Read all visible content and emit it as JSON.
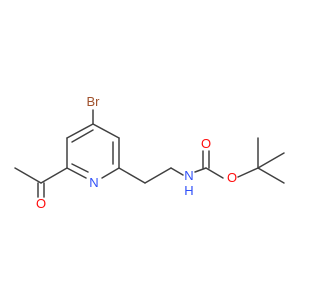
{
  "molecule": {
    "atoms": [
      {
        "id": "Br",
        "label": "Br",
        "color": "#a0522d"
      },
      {
        "id": "N_ring",
        "label": "N",
        "color": "#3050f8"
      },
      {
        "id": "O_acetyl",
        "label": "O",
        "color": "#ff0d0d"
      },
      {
        "id": "N_amide",
        "label": "N",
        "color": "#3050f8"
      },
      {
        "id": "H_amide",
        "label": "H",
        "color": "#3050f8"
      },
      {
        "id": "O_carbonyl",
        "label": "O",
        "color": "#ff0d0d"
      },
      {
        "id": "O_ester",
        "label": "O",
        "color": "#ff0d0d"
      }
    ],
    "bond_color": "#404040"
  }
}
